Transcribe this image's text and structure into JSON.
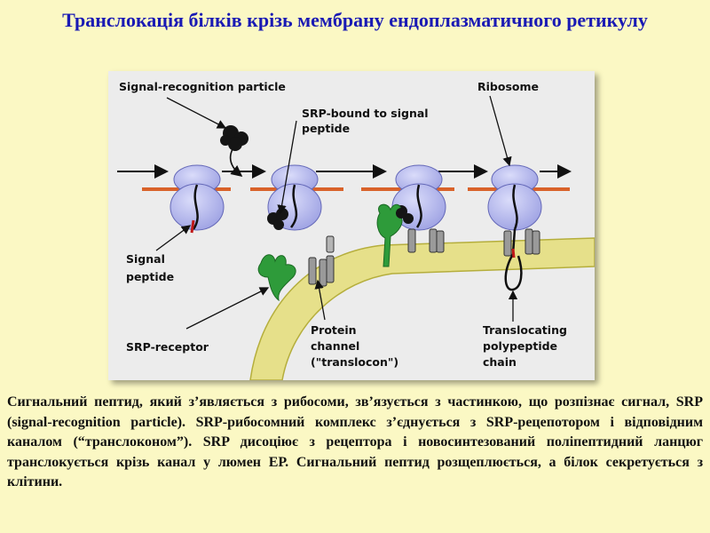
{
  "title": "Транслокація білків крізь мембрану ендоплазматичного ретикулу",
  "diagram": {
    "labels": {
      "srp": "Signal-recognition particle",
      "srp_bound_line1": "SRP-bound to signal",
      "srp_bound_line2": "peptide",
      "ribosome": "Ribosome",
      "signal_peptide_line1": "Signal",
      "signal_peptide_line2": "peptide",
      "srp_receptor": "SRP-receptor",
      "protein_channel_line1": "Protein",
      "protein_channel_line2": "channel",
      "protein_channel_line3": "(\"translocon\")",
      "translocating_line1": "Translocating",
      "translocating_line2": "polypeptide",
      "translocating_line3": "chain"
    },
    "colors": {
      "ribosome": "#B9BBEF",
      "membrane_orange": "#D9622A",
      "er_membrane": "#E6E08A",
      "srp": "#151515",
      "srp_receptor": "#2E9B3A",
      "signal_peptide": "#C01818"
    }
  },
  "caption": "Сигнальний пептид, який з’являється з рибосоми, зв’язується з частинкою, що розпізнає сигнал, SRP (signal-recognition particle). SRP-рибосомний комплекс з’єднується з SRP-рецепотором і відповідним каналом (“транслоконом”). SRP дисоціює з рецептора і новосинтезований поліпептидний ланцюг транслокується крізь канал у люмен ЕР. Сигнальний пептид розщеплюється, а білок секретується з клітини."
}
